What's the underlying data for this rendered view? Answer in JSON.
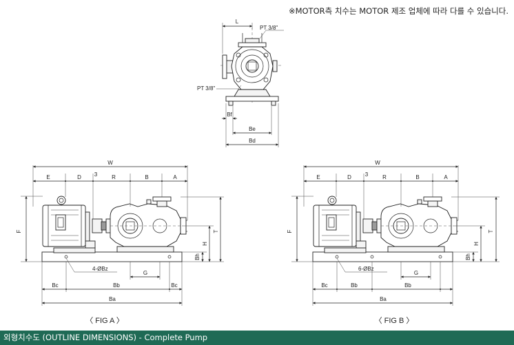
{
  "note": "※MOTOR측 치수는 MOTOR 제조 업체에 따라 다를 수 있습니다.",
  "footer": "외형치수도 (OUTLINE DIMENSIONS) - Complete Pump",
  "top_view": {
    "labels": {
      "L": "L",
      "pt_top": "PT 3/8\"",
      "pt_left": "PT 3/8\"",
      "Bf": "Bf",
      "Be": "Be",
      "Bd": "Bd"
    }
  },
  "fig_a": {
    "caption": "〈 FIG A 〉",
    "labels": {
      "W": "W",
      "E": "E",
      "D": "D",
      "three": "3",
      "R": "R",
      "B": "B",
      "A": "A",
      "F": "F",
      "H": "H",
      "T": "T",
      "Bh": "Bh",
      "bolt": "4-ØBz",
      "G": "G",
      "Bc_left": "Bc",
      "Bb": "Bb",
      "Bc_right": "Bc",
      "Ba": "Ba"
    }
  },
  "fig_b": {
    "caption": "〈 FIG B 〉",
    "labels": {
      "W": "W",
      "E": "E",
      "D": "D",
      "three": "3",
      "R": "R",
      "B": "B",
      "A": "A",
      "F": "F",
      "H": "H",
      "T": "T",
      "Bh": "Bh",
      "bolt": "6-ØBz",
      "Bc_left": "Bc",
      "Bb_left": "Bb",
      "Bb_right": "Bb",
      "G": "G",
      "Ba": "Ba"
    }
  }
}
